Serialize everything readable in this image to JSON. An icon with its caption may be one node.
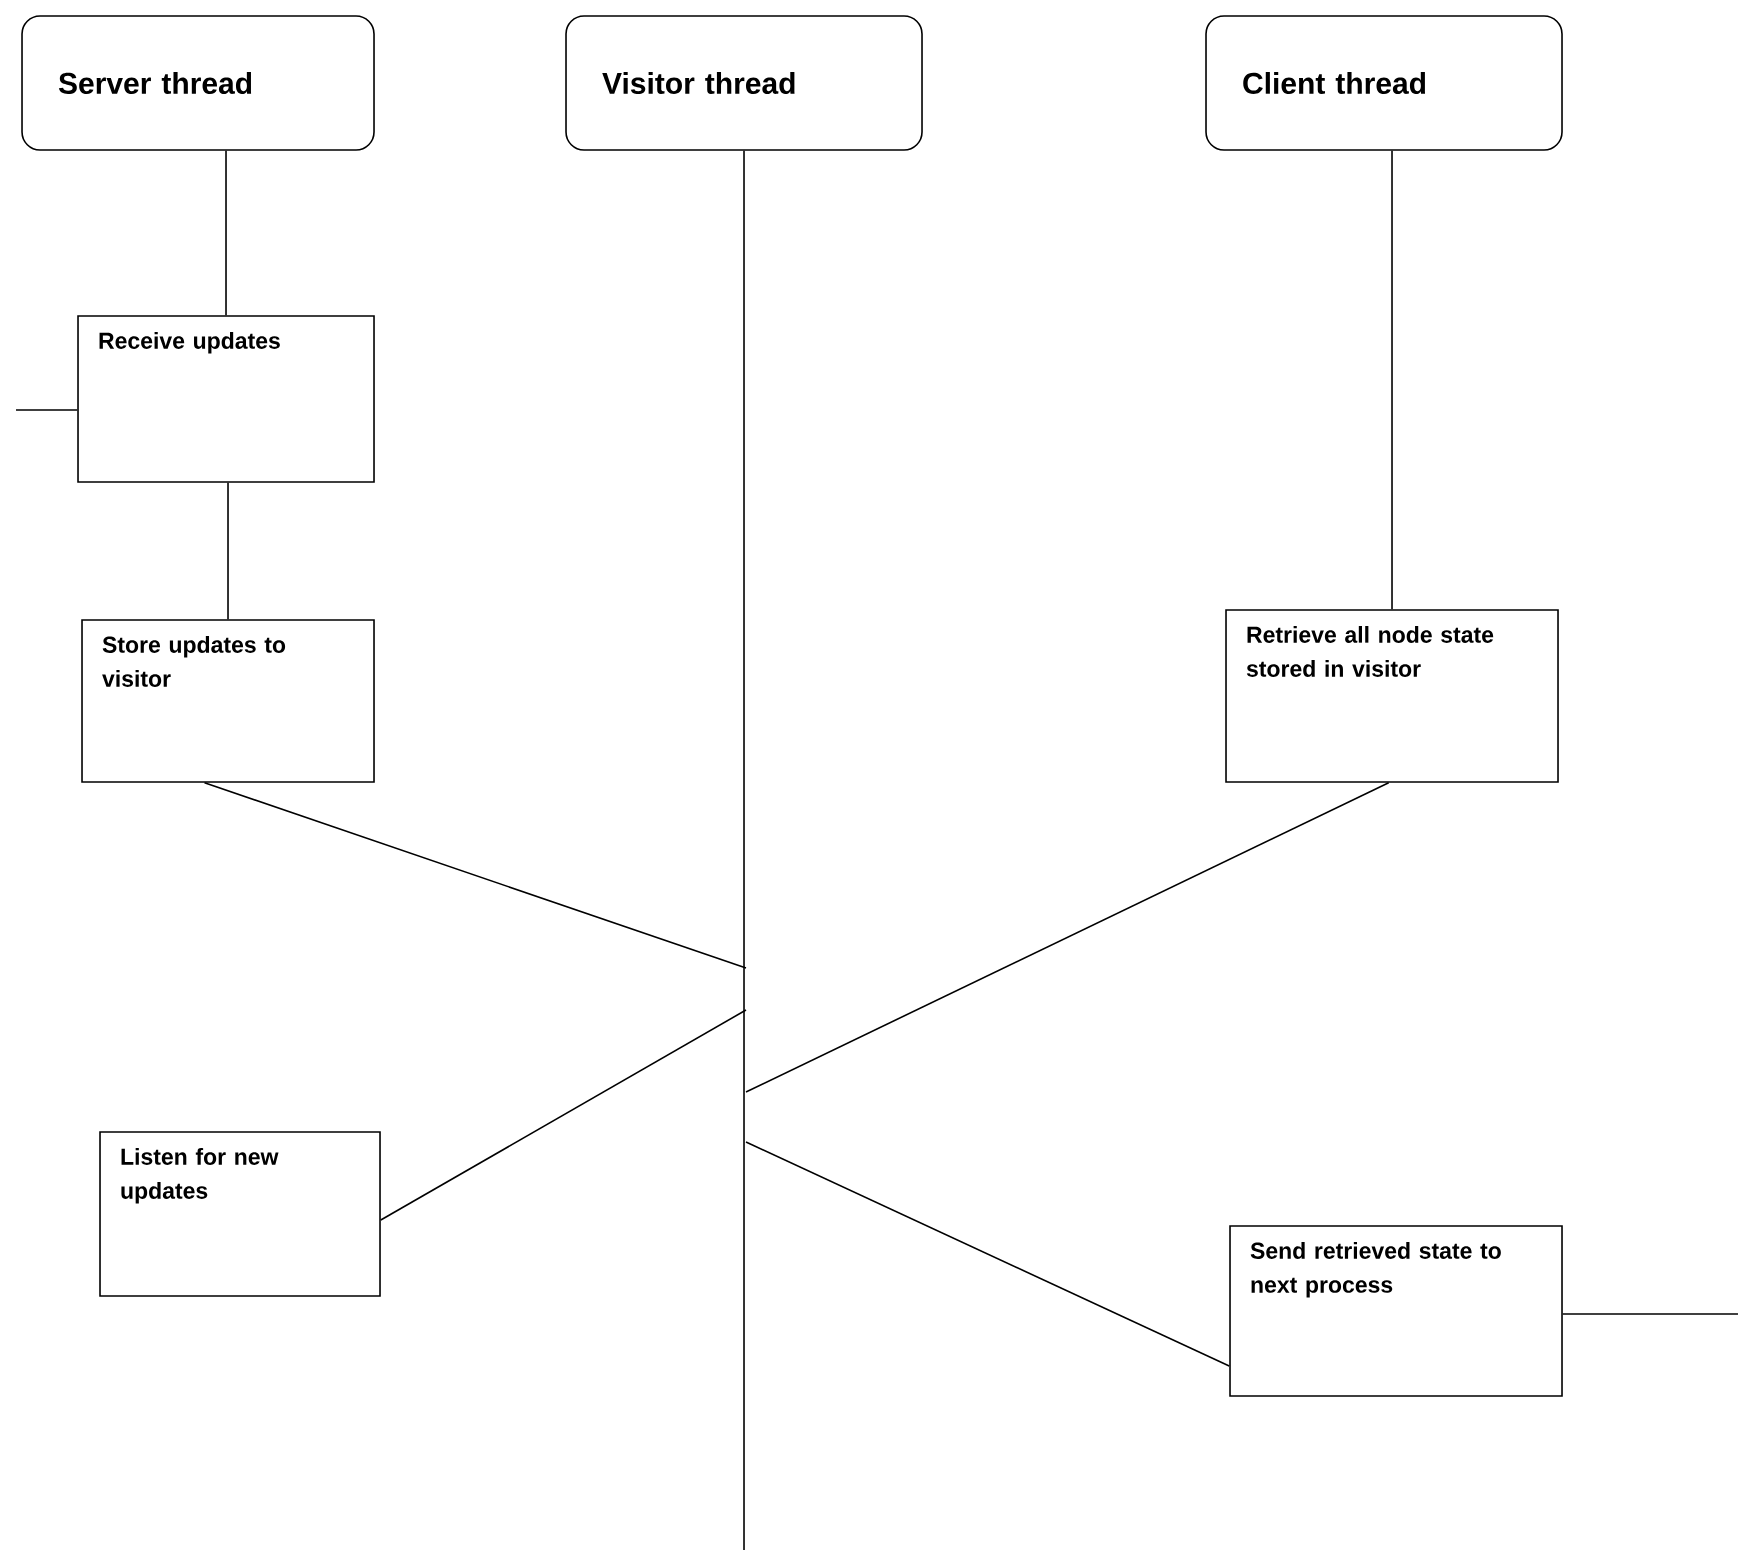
{
  "diagram": {
    "nodes": [
      {
        "text": [
          "Server thread"
        ]
      },
      {
        "text": [
          "Visitor thread"
        ]
      },
      {
        "text": [
          "Client thread"
        ]
      },
      {
        "text": [
          "Receive updates"
        ]
      },
      {
        "text": [
          "Store updates to visitor"
        ]
      },
      {
        "text": [
          "Retrieve all node state stored in visitor"
        ]
      },
      {
        "text": [
          "Listen for new updates"
        ]
      },
      {
        "text": [
          "Send retrieved state to next process"
        ]
      }
    ],
    "edges": [
      {
        "from": 0,
        "to": 3,
        "arrow": "none"
      },
      {
        "from": 3,
        "to": 4,
        "arrow": "none"
      },
      {
        "from": null,
        "to": 3,
        "arrow": "none"
      },
      {
        "from": 1,
        "to": null,
        "arrow": "none"
      },
      {
        "from": 4,
        "to": null,
        "arrow": "none"
      },
      {
        "from": 6,
        "to": null,
        "arrow": "none"
      },
      {
        "from": 5,
        "to": null,
        "arrow": "none"
      },
      {
        "from": 7,
        "to": null,
        "arrow": "none"
      },
      {
        "from": 7,
        "to": null,
        "arrow": "none"
      },
      {
        "from": 2,
        "to": 5,
        "arrow": "none"
      }
    ]
  }
}
